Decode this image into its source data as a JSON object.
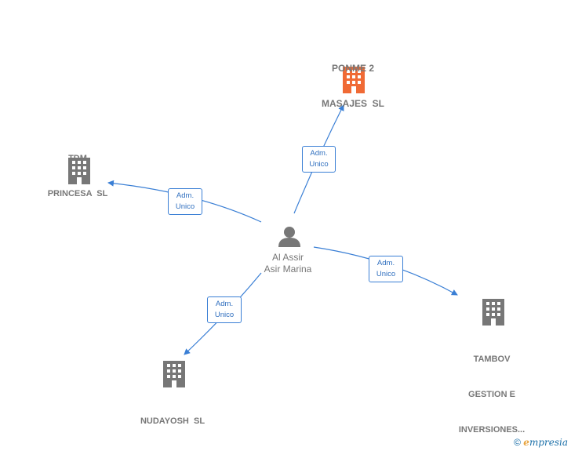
{
  "center": {
    "name_line1": "Al Assir",
    "name_line2": "Asir Marina",
    "icon": "person-icon"
  },
  "companies": [
    {
      "id": "ponme",
      "line1": "PONME 2",
      "line2": "MASAJES  SL",
      "icon": "building-icon",
      "color": "#f06a35"
    },
    {
      "id": "tdm",
      "line1": "TDM",
      "line2": "PRINCESA  SL",
      "icon": "building-icon",
      "color": "#777777"
    },
    {
      "id": "tambov",
      "line1": "TAMBOV",
      "line2": "GESTION E",
      "line3": "INVERSIONES...",
      "icon": "building-icon",
      "color": "#777777"
    },
    {
      "id": "nudayosh",
      "line1": "NUDAYOSH  SL",
      "icon": "building-icon",
      "color": "#777777"
    }
  ],
  "edges": [
    {
      "to": "ponme",
      "line1": "Adm.",
      "line2": "Unico"
    },
    {
      "to": "tdm",
      "line1": "Adm.",
      "line2": "Unico"
    },
    {
      "to": "tambov",
      "line1": "Adm.",
      "line2": "Unico"
    },
    {
      "to": "nudayosh",
      "line1": "Adm.",
      "line2": "Unico"
    }
  ],
  "colors": {
    "edge": "#3a7fd5",
    "node": "#777777",
    "highlight": "#f06a35"
  },
  "brand": {
    "copyright": "©",
    "initial": "e",
    "rest": "mpresia"
  }
}
